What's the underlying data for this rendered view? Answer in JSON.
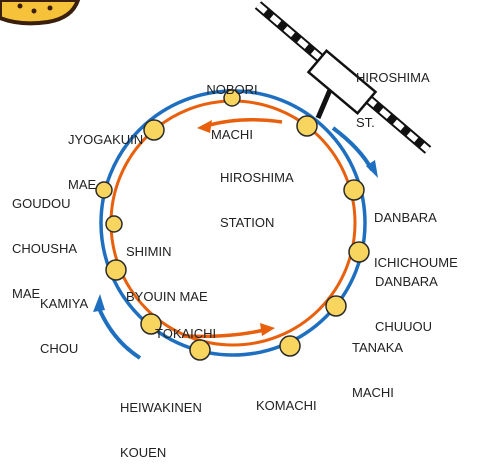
{
  "colors": {
    "inner_route": "#e8600c",
    "outer_route": "#1f6fc0",
    "station_fill": "#f7d55e",
    "station_stroke": "#2a2a2a",
    "rail": "#111111",
    "logo_fill": "#f6c23a",
    "logo_dark": "#3a1f0c"
  },
  "icons": {
    "logo": "corner-logo",
    "rail": "railway-track-icon",
    "station_building": "station-building-icon"
  },
  "hiroshima_st": {
    "line1": "HIROSHIMA",
    "line2": "ST."
  },
  "stations": [
    {
      "id": "nobori-machi",
      "line1": "NOBORI",
      "line2": "MACHI"
    },
    {
      "id": "jyogakuin-mae",
      "line1": "JYOGAKUIN",
      "line2": "MAE"
    },
    {
      "id": "hiroshima-station",
      "line1": "HIROSHIMA",
      "line2": "STATION"
    },
    {
      "id": "goudou-chousha-mae",
      "line1": "GOUDOU",
      "line2": "CHOUSHA",
      "line3": "MAE"
    },
    {
      "id": "shimin-byouin-mae",
      "line1": "SHIMIN",
      "line2": "BYOUIN MAE"
    },
    {
      "id": "danbara-ichichoume",
      "line1": "DANBARA",
      "line2": "ICHICHOUME"
    },
    {
      "id": "danbara-chuuou",
      "line1": "DANBARA",
      "line2": "CHUUOU"
    },
    {
      "id": "kamiya-chou",
      "line1": "KAMIYA",
      "line2": "CHOU"
    },
    {
      "id": "tokaichi",
      "line1": "TOKAICHI"
    },
    {
      "id": "tanaka-machi",
      "line1": "TANAKA",
      "line2": "MACHI"
    },
    {
      "id": "heiwakinen-kouen",
      "line1": "HEIWAKINEN",
      "line2": "KOUEN"
    },
    {
      "id": "komachi",
      "line1": "KOMACHI"
    }
  ]
}
